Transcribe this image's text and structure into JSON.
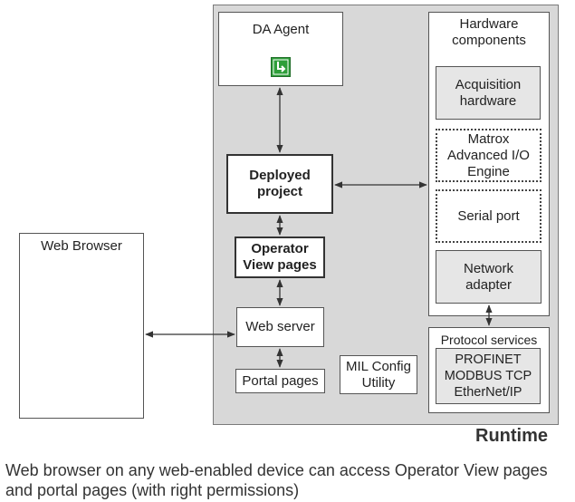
{
  "boxes": {
    "da_agent": "DA Agent",
    "deployed_project": "Deployed project",
    "operator_view_pages": "Operator View pages",
    "web_server": "Web server",
    "portal_pages": "Portal pages",
    "mil_config_utility": "MIL Config Utility",
    "web_browser": "Web Browser"
  },
  "hardware": {
    "title": "Hardware components",
    "acquisition_hardware": "Acquisition hardware",
    "matrox_aio_engine": "Matrox Advanced I/O Engine",
    "serial_port": "Serial port",
    "network_adapter": "Network adapter"
  },
  "protocol": {
    "title": "Protocol services",
    "protocols": [
      "PROFINET",
      "MODBUS TCP",
      "EtherNet/IP"
    ]
  },
  "runtime_label": "Runtime",
  "caption": "Web browser on any web-enabled device can access Operator View pages and portal pages (with right permissions)",
  "colors": {
    "runtime_bg": "#d8d8d8",
    "icon_green": "#2e9e3a"
  },
  "icons": {
    "da_agent_icon": "green-deploy-icon"
  }
}
